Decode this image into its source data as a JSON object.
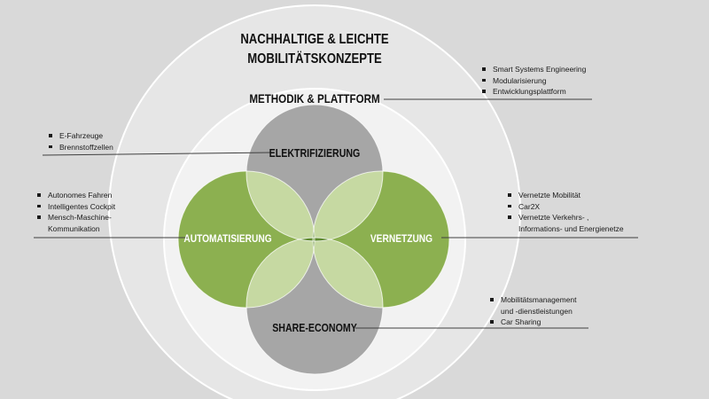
{
  "title_lines": [
    "NACHHALTIGE & LEICHTE",
    "MOBILITÄTSKONZEPTE"
  ],
  "ring_label": "METHODIK & PLATTFORM",
  "petals": {
    "top": "ELEKTRIFIZIERUNG",
    "left": "AUTOMATISIERUNG",
    "right": "VERNETZUNG",
    "bottom": "SHARE-ECONOMY"
  },
  "notes": {
    "methodik": [
      "Smart Systems Engineering",
      "Modularisierung",
      "Entwicklungsplattform"
    ],
    "elektrifizierung": [
      "E-Fahrzeuge",
      "Brennstoffzellen"
    ],
    "automatisierung": [
      "Autonomes Fahren",
      "Intelligentes Cockpit",
      "Mensch-Maschine-",
      "Kommunikation"
    ],
    "vernetzung": [
      "Vernetzte Mobilität",
      "Car2X",
      "Vernetzte Verkehrs- ,",
      "Informations- und Energienetze"
    ],
    "share_economy": [
      "Mobilitätsmanagement",
      "und -dienstleistungen",
      "Car Sharing"
    ]
  },
  "colors": {
    "background": "#d9d9d9",
    "outer_circle": "#e6e6e6",
    "inner_circle": "#f2f2f2",
    "gray_petal": "#a6a6a6",
    "green_petal": "#8cb050",
    "green_overlap": "#c6d9a2",
    "green_center": "#5e8a2f"
  }
}
